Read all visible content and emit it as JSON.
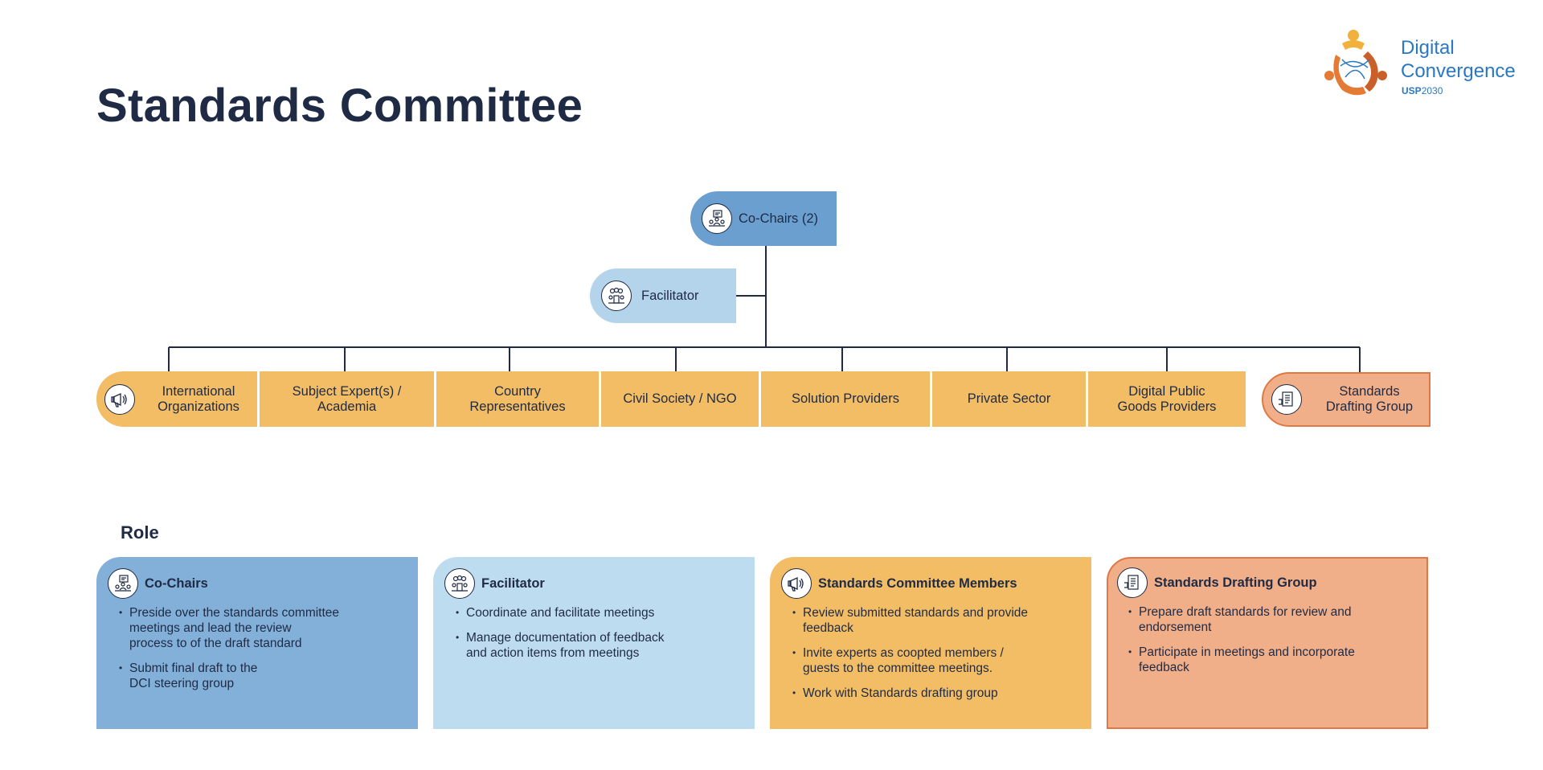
{
  "title": "Standards Committee",
  "logo": {
    "line1": "Digital",
    "line2": "Convergence",
    "line3_bold": "USP",
    "line3_rest": "2030"
  },
  "org": {
    "cochairs": "Co-Chairs (2)",
    "facilitator": "Facilitator",
    "members": [
      "International\nOrganizations",
      "Subject Expert(s) /\nAcademia",
      "Country\nRepresentatives",
      "Civil Society / NGO",
      "Solution Providers",
      "Private Sector",
      "Digital Public\nGoods Providers"
    ],
    "drafting_group": "Standards\nDrafting Group"
  },
  "role_title": "Role",
  "roles": [
    {
      "name": "Co-Chairs",
      "items": [
        "Preside over the standards committee\nmeetings and lead the review\nprocess to of the draft standard",
        "Submit final draft to the\nDCI steering group"
      ]
    },
    {
      "name": "Facilitator",
      "items": [
        "Coordinate and facilitate meetings",
        "Manage documentation of feedback\nand action items from meetings"
      ]
    },
    {
      "name": "Standards Committee Members",
      "items": [
        "Review submitted standards and provide\nfeedback",
        "Invite experts as coopted members /\nguests to the committee meetings.",
        "Work with Standards drafting group"
      ]
    },
    {
      "name": "Standards Drafting Group",
      "items": [
        "Prepare draft standards for review and\nendorsement",
        "Participate in meetings and incorporate\nfeedback"
      ]
    }
  ],
  "colors": {
    "navy": "#1f2a44",
    "cochairs_blue": "#6a9fd0",
    "facilitator_blue": "#b4d4ec",
    "member_yellow": "#f2bd64",
    "sdg_salmon": "#f0af89",
    "sdg_border": "#e07845",
    "logo_blue": "#2a78c1"
  },
  "icons": [
    "presenter-icon",
    "group-icon",
    "megaphone-icon",
    "document-icon"
  ]
}
